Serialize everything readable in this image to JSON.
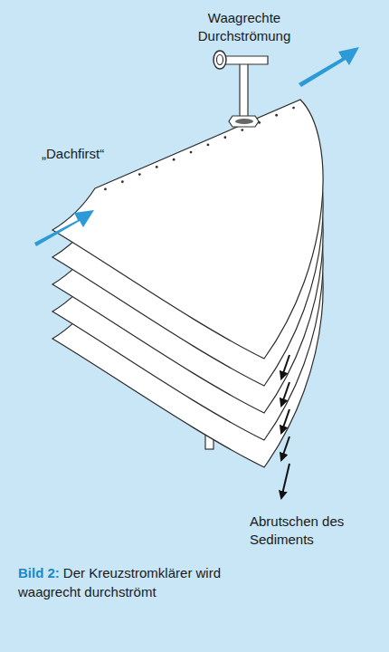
{
  "diagram": {
    "caption": "Der Kreuzstromklärer wird waagrecht durchströmt",
    "labels": [
      "Waagrechte Durchströmung",
      "„Dachfirst“",
      "Abrutschen des Sediments",
      "Bild 2:"
    ]
  }
}
